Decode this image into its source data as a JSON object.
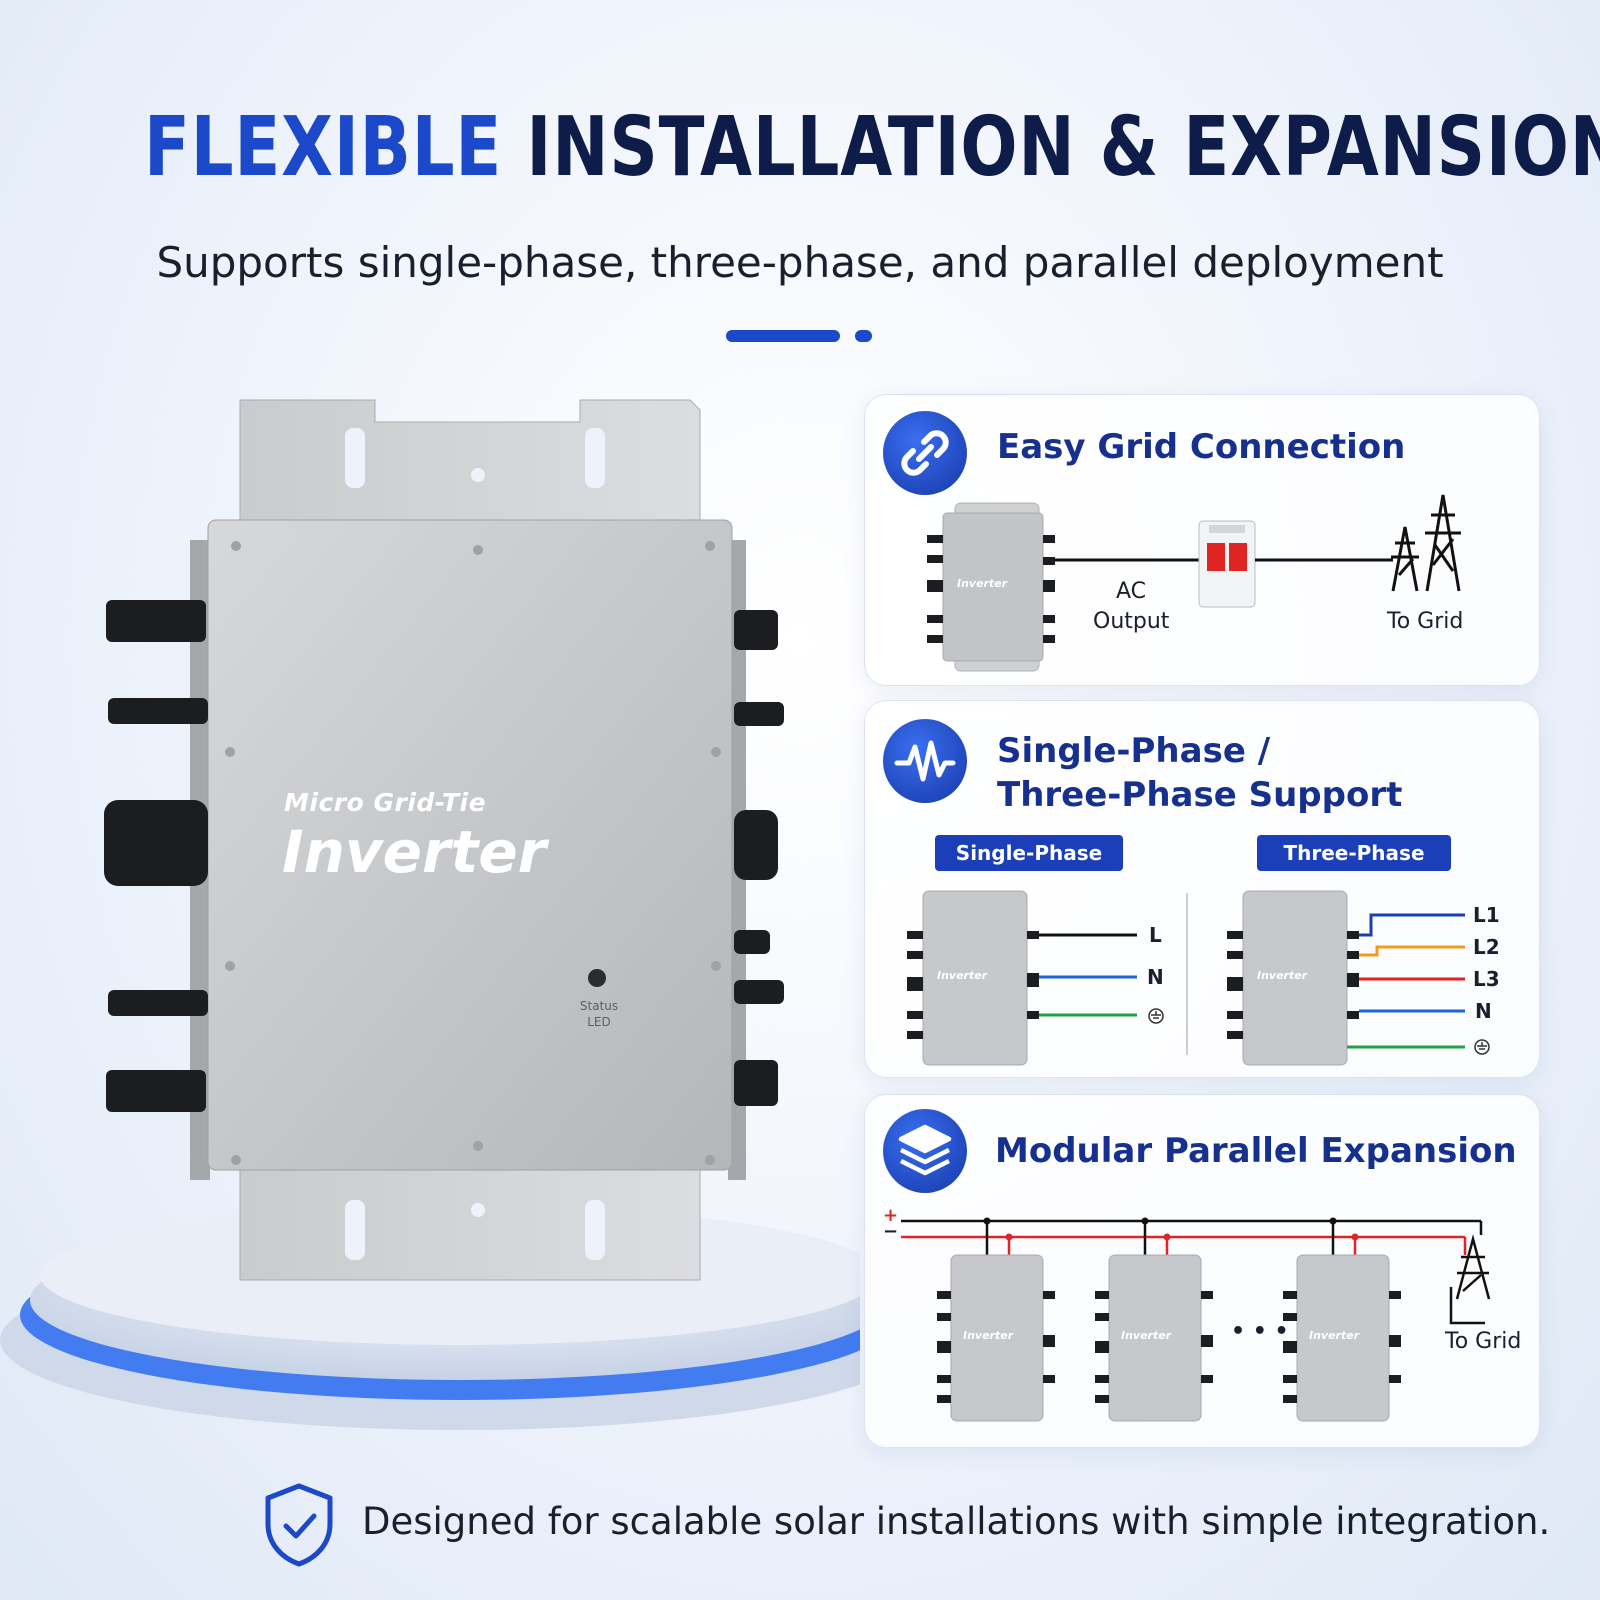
{
  "header": {
    "title_accent": "FLEXIBLE",
    "title_rest": "INSTALLATION & EXPANSION",
    "subtitle": "Supports single-phase, three-phase, and parallel deployment"
  },
  "product": {
    "label_small": "Micro Grid-Tie",
    "label_large": "Inverter",
    "status_led": "Status LED"
  },
  "cards": {
    "grid": {
      "title": "Easy Grid Connection",
      "ac_output_line1": "AC",
      "ac_output_line2": "Output",
      "to_grid": "To Grid",
      "icon": "link-icon"
    },
    "phase": {
      "title_line1": "Single-Phase /",
      "title_line2": "Three-Phase Support",
      "single_label": "Single-Phase",
      "three_label": "Three-Phase",
      "single_wires": [
        "L",
        "N"
      ],
      "three_wires": [
        "L1",
        "L2",
        "L3",
        "N"
      ],
      "icon": "waveform-icon"
    },
    "parallel": {
      "title": "Modular Parallel Expansion",
      "plus": "+",
      "minus": "−",
      "ellipsis": "• • •",
      "to_grid": "To Grid",
      "icon": "layers-icon"
    }
  },
  "footer": {
    "text": "Designed for scalable solar installations with simple integration.",
    "icon": "shield-check-icon"
  },
  "colors": {
    "brand_blue": "#1c49c9",
    "navy": "#0e1c4a",
    "wire_black": "#111111",
    "wire_blue": "#1e63e0",
    "wire_green": "#22a045",
    "wire_orange": "#f29a1f",
    "wire_red": "#e02424"
  }
}
